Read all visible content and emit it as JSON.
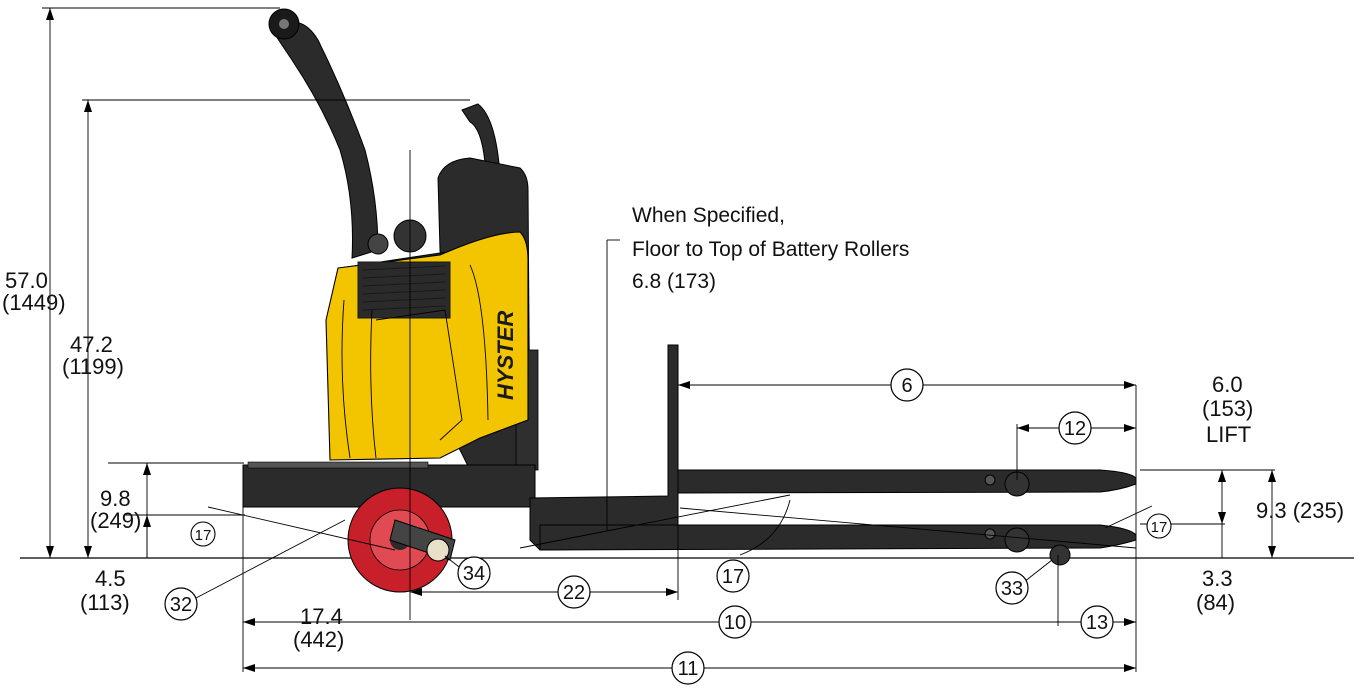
{
  "annotation": {
    "line1": "When Specified,",
    "line2": "Floor to Top of Battery Rollers",
    "line3": "6.8 (173)"
  },
  "dims": {
    "overall_height": {
      "value": "57.0",
      "metric": "(1449)"
    },
    "handle_height": {
      "value": "47.2",
      "metric": "(1199)"
    },
    "platform_height": {
      "value": "9.8",
      "metric": "(249)"
    },
    "platform_low": {
      "value": "4.5",
      "metric": "(113)"
    },
    "lift": {
      "value": "6.0",
      "metric": "(153)",
      "word": "LIFT"
    },
    "fork_height": {
      "value": "9.3 (235)"
    },
    "fork_lowered": {
      "value": "3.3",
      "metric": "(84)"
    },
    "platform_to_axle": {
      "value": "17.4",
      "metric": "(442)"
    }
  },
  "callouts": {
    "c6": "6",
    "c10": "10",
    "c11": "11",
    "c12": "12",
    "c13": "13",
    "c17a": "17",
    "c17b": "17",
    "c17c": "17",
    "c22": "22",
    "c32": "32",
    "c33": "33",
    "c34": "34"
  },
  "machine": {
    "brand": "HYSTER",
    "body_color": "#f3c400",
    "dark_color": "#2b2b2b",
    "wheel_color": "#c8202a"
  }
}
